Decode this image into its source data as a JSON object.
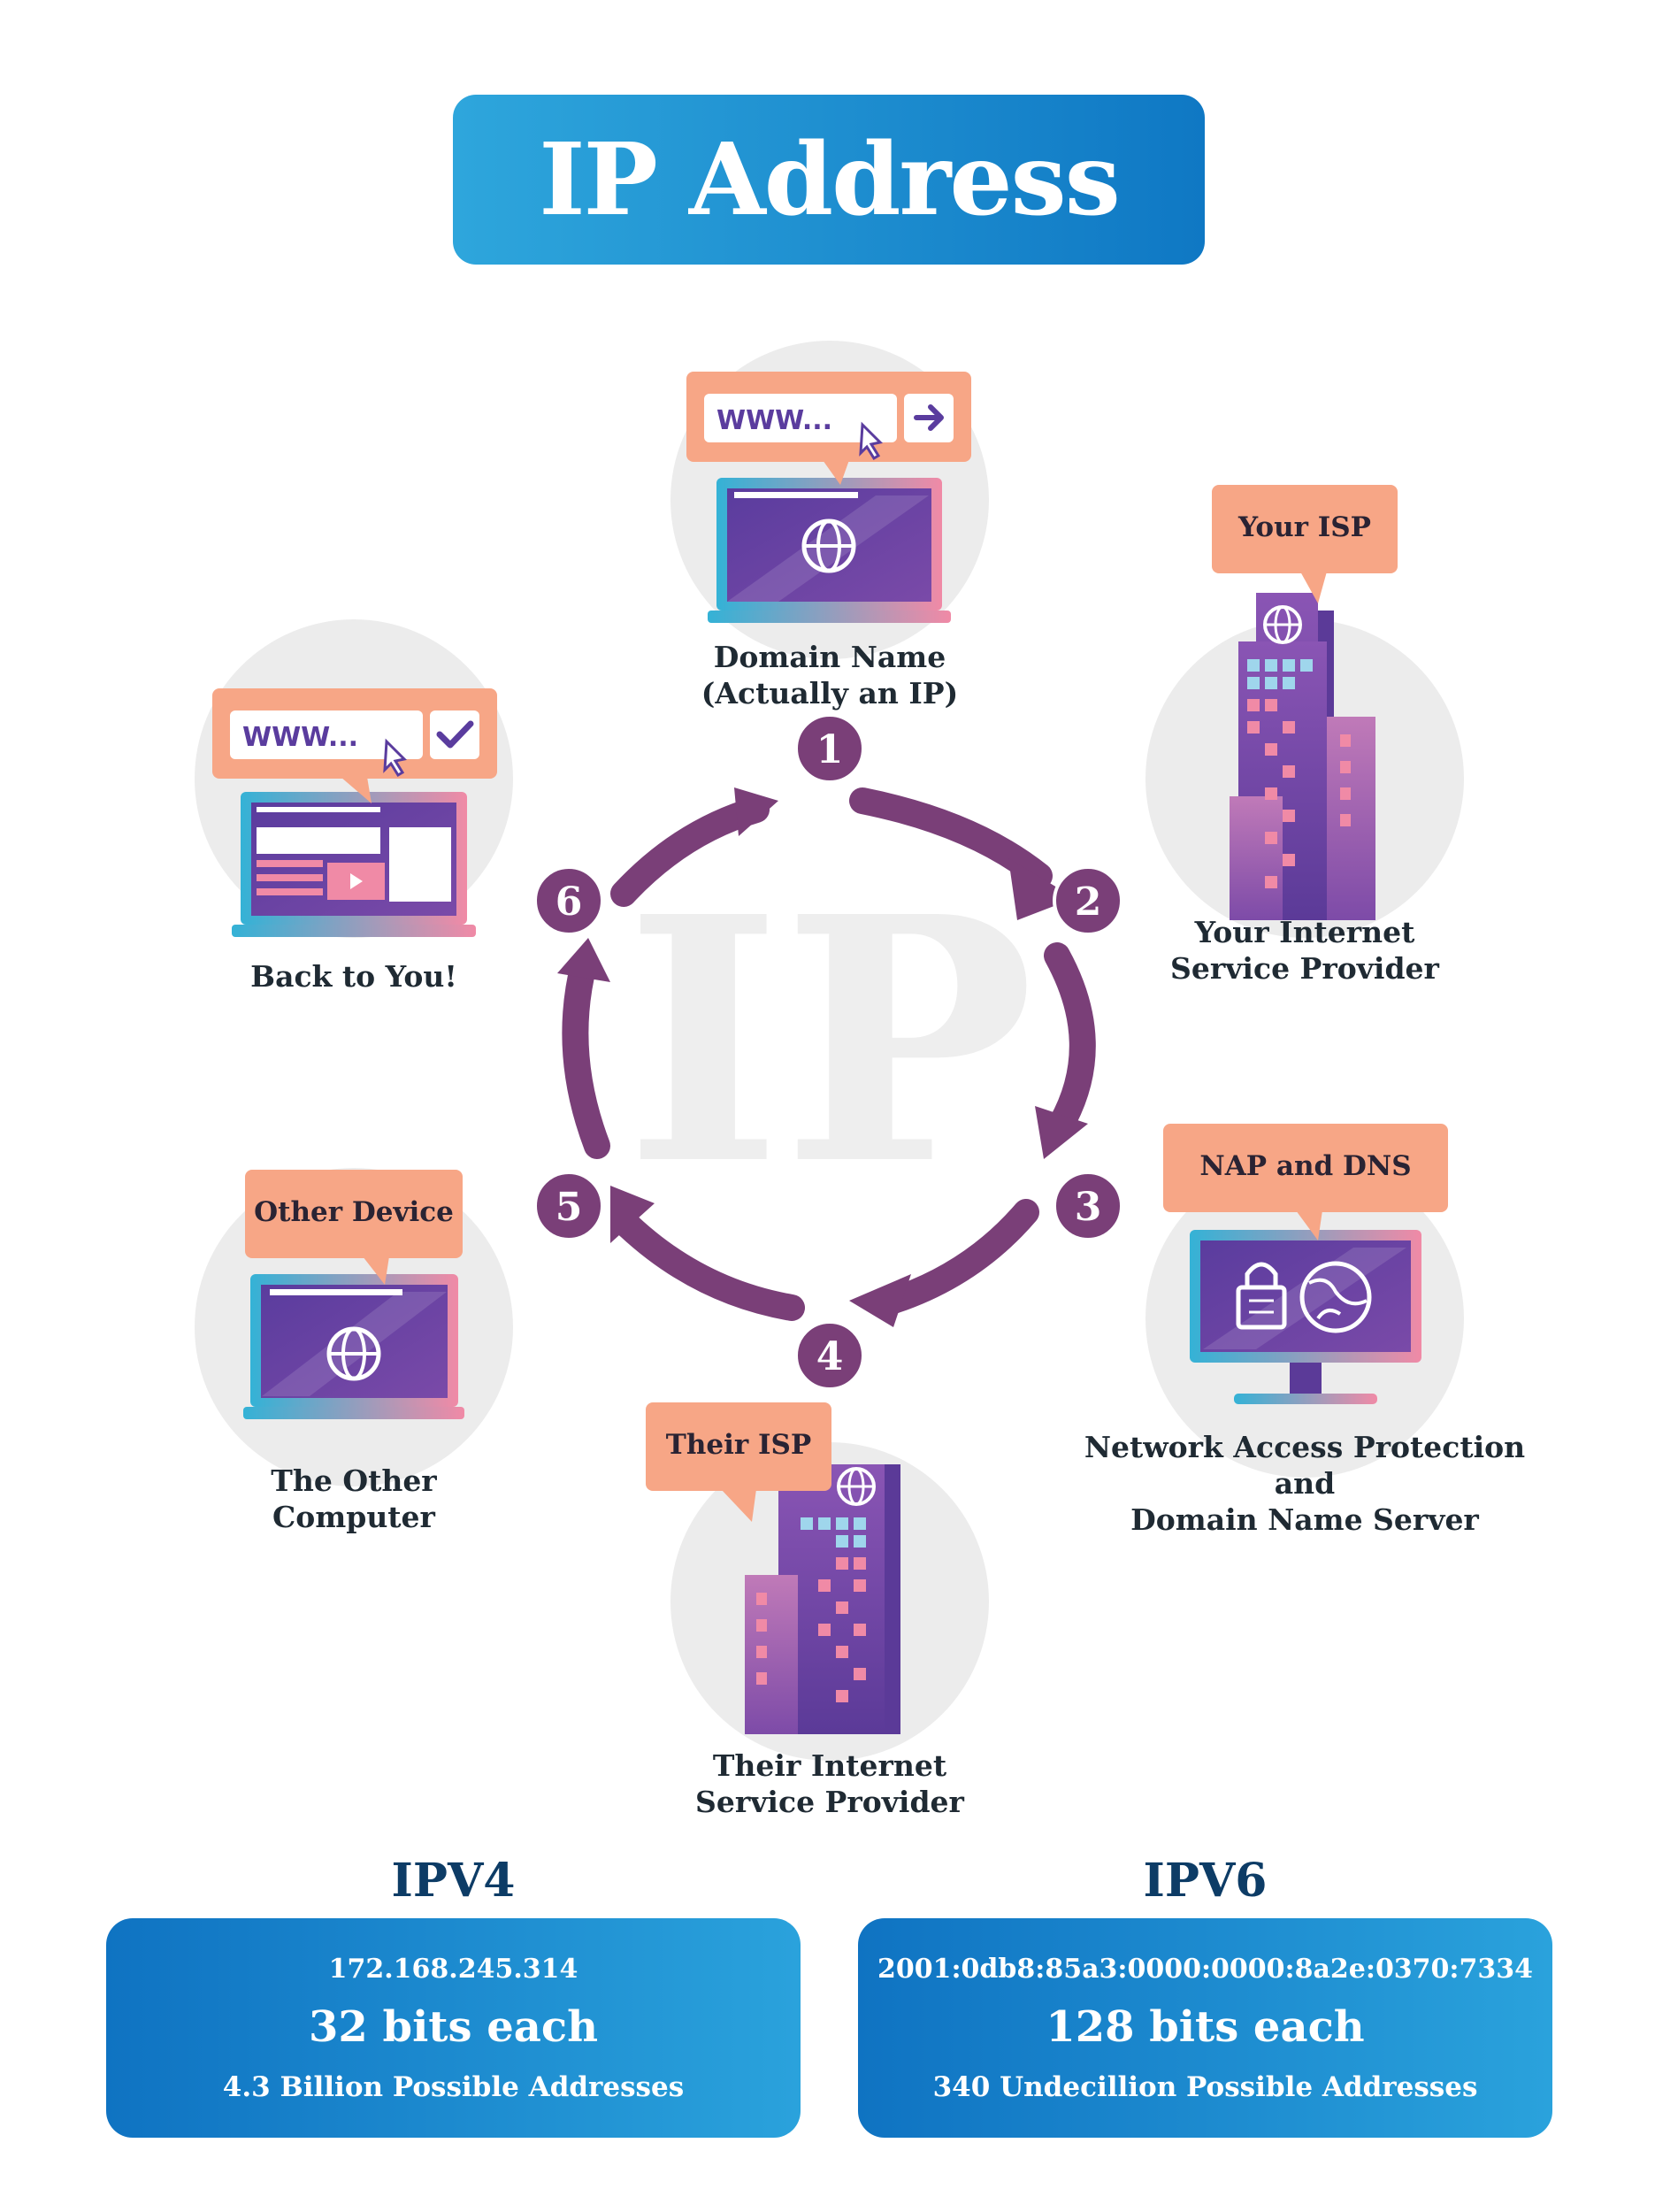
{
  "title": "IP Address",
  "watermark": "IP",
  "colors": {
    "title_bg_start": "#2ea6dc",
    "title_bg_end": "#0f78c4",
    "arrow": "#7a3f78",
    "bubble": "#f7a686",
    "device_purple": "#6b46a4",
    "circle_bg": "#ececec",
    "heading_text": "#0d3c66"
  },
  "steps": [
    {
      "number": "1",
      "label": "Domain Name\n(Actually an IP)",
      "bubble": "",
      "url_text": "WWW...",
      "icon": "laptop-globe-icon"
    },
    {
      "number": "2",
      "label": "Your Internet\nService Provider",
      "bubble": "Your ISP",
      "icon": "building-icon"
    },
    {
      "number": "3",
      "label": "Network Access Protection\nand\nDomain Name Server",
      "bubble": "NAP and DNS",
      "icon": "monitor-lock-icon"
    },
    {
      "number": "4",
      "label": "Their Internet\nService Provider",
      "bubble": "Their ISP",
      "icon": "building-icon"
    },
    {
      "number": "5",
      "label": "The Other\nComputer",
      "bubble": "Other Device",
      "icon": "laptop-globe-icon"
    },
    {
      "number": "6",
      "label": "Back to You!",
      "bubble": "",
      "url_text": "WWW...",
      "icon": "laptop-webpage-icon"
    }
  ],
  "ipv4": {
    "heading": "IPV4",
    "example": "172.168.245.314",
    "bits": "32 bits each",
    "possible": "4.3 Billion Possible Addresses"
  },
  "ipv6": {
    "heading": "IPV6",
    "example": "2001:0db8:85a3:0000:0000:8a2e:0370:7334",
    "bits": "128 bits each",
    "possible": "340 Undecillion Possible Addresses"
  }
}
